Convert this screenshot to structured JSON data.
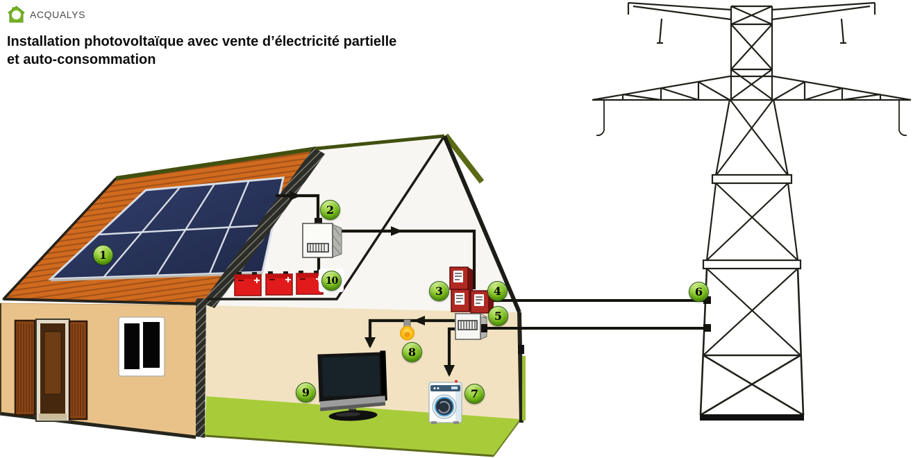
{
  "header": {
    "logo_text": "ACQUALYS",
    "title_line1": "Installation photovoltaïque avec vente d’électricité partielle",
    "title_line2": "et auto-consommation"
  },
  "badges": [
    "1",
    "2",
    "3",
    "4",
    "5",
    "6",
    "7",
    "8",
    "9",
    "10"
  ],
  "colors": {
    "accent_green": "#76b225",
    "badge_green": "#6cb014",
    "roof_orange": "#d06a1d",
    "panel_blue": "#26305a",
    "wall_tan": "#e9c28a",
    "interior_wall": "#f2e2c2",
    "floor_green": "#a8cc39",
    "battery_red": "#e11b1b",
    "meter_red": "#b02a24",
    "wire_black": "#1a1a1a"
  }
}
